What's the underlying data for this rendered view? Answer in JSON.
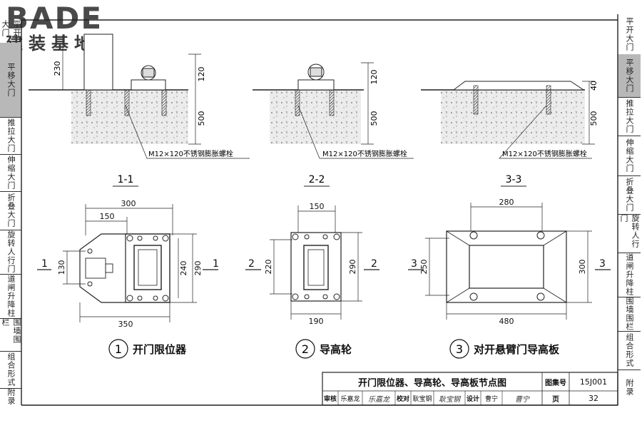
{
  "logo": {
    "brand": "BADE",
    "subtitle": "建装基地"
  },
  "left_tabs": [
    "平开大门",
    "平移大门",
    "推拉大门",
    "伸缩大门",
    "折叠大门",
    "旋转人行门",
    "道闸升降柱",
    "围墙围栏",
    "组合形式",
    "附录"
  ],
  "right_tabs": [
    "平开大门",
    "平移大门",
    "推拉大门",
    "伸缩大门",
    "折叠大门",
    "旋转人行门",
    "道闸升降柱",
    "围墙围栏",
    "组合形式",
    "附录"
  ],
  "active_tab_index": 1,
  "sections": {
    "s1": {
      "label": "1-1",
      "bolt": "M12×120不锈钢膨胀螺栓",
      "dims": {
        "top": "230",
        "h1": "120",
        "h2": "500"
      }
    },
    "s2": {
      "label": "2-2",
      "bolt": "M12×120不锈钢膨胀螺栓",
      "dims": {
        "h1": "120",
        "h2": "500"
      }
    },
    "s3": {
      "label": "3-3",
      "bolt": "M12×120不锈钢膨胀螺栓",
      "dims": {
        "h1": "40",
        "h2": "500"
      }
    }
  },
  "plans": {
    "p1": {
      "w_total": "300",
      "w_part": "150",
      "w_bottom": "350",
      "h_left": "130",
      "h_in": "240",
      "h_out": "290",
      "cut": "1",
      "caption_num": "1",
      "caption": "开门限位器"
    },
    "p2": {
      "w_top": "150",
      "w_bottom": "190",
      "h_left": "220",
      "h_right": "290",
      "cut": "2",
      "caption_num": "2",
      "caption": "导高轮"
    },
    "p3": {
      "w_top": "280",
      "w_bottom": "480",
      "h_left": "250",
      "h_right": "300",
      "cut": "3",
      "caption_num": "3",
      "caption": "对开悬臂门导高板"
    }
  },
  "title_block": {
    "title": "开门限位器、导高轮、导高板节点图",
    "atlas_label": "图集号",
    "atlas_no": "15J001",
    "review_label": "审核",
    "reviewer": "乐嘉龙",
    "check_label": "校对",
    "checker": "耿宝钢",
    "design_label": "设计",
    "designer": "曹宁",
    "page_label": "页",
    "page_no": "32"
  }
}
